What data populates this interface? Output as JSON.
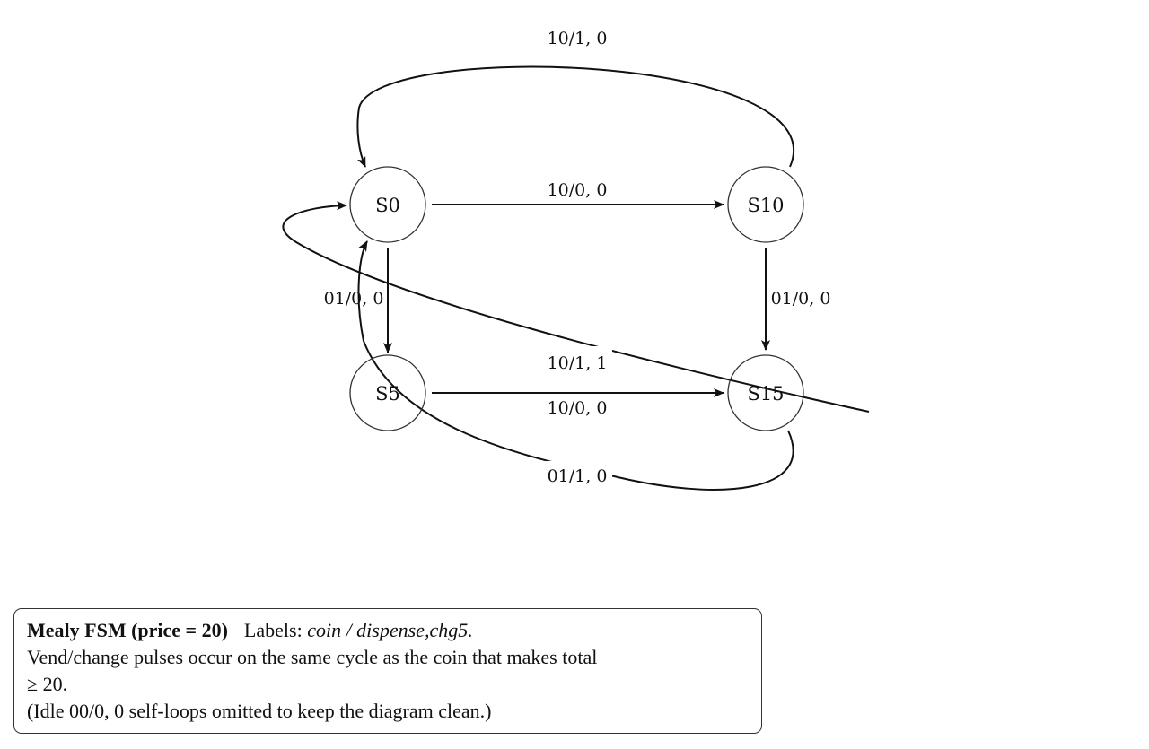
{
  "states": {
    "s0": "S0",
    "s5": "S5",
    "s10": "S10",
    "s15": "S15"
  },
  "transitions": {
    "s0_to_s10_top": "10/1, 0",
    "s0_to_s10": "10/0, 0",
    "s0_to_s5": "01/0, 0",
    "s10_to_s15": "01/0, 0",
    "s15_to_s0_long": "10/1, 1",
    "s5_to_s15": "10/0, 0",
    "s15_to_s0_bottom": "01/1, 0"
  },
  "caption": {
    "title": "Mealy FSM (price = 20)",
    "labels_prefix": "Labels:",
    "labels_format": "coin / dispense,chg5.",
    "line2": "Vend/change pulses occur on the same cycle as the coin that makes total",
    "line3": "≥ 20.",
    "line4": "(Idle 00/0, 0 self-loops omitted to keep the diagram clean.)"
  }
}
